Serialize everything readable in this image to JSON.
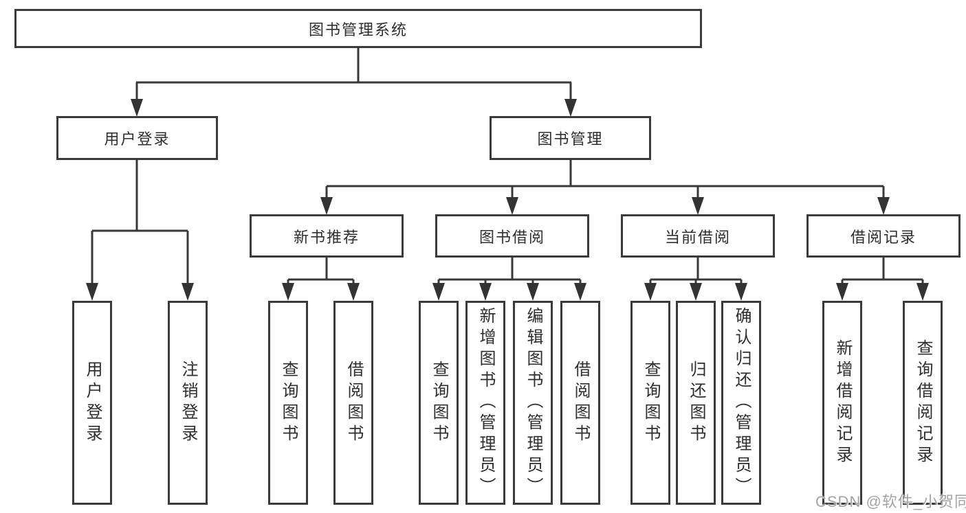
{
  "diagram": {
    "root": "图书管理系统",
    "user_login": {
      "label": "用户登录",
      "children": [
        "用户登录",
        "注销登录"
      ]
    },
    "book_mgmt": {
      "label": "图书管理",
      "sections": [
        {
          "label": "新书推荐",
          "children": [
            "查询图书",
            "借阅图书"
          ]
        },
        {
          "label": "图书借阅",
          "children": [
            "查询图书",
            "新增图书（管理员）",
            "编辑图书（管理员）",
            "借阅图书"
          ]
        },
        {
          "label": "当前借阅",
          "children": [
            "查询图书",
            "归还图书",
            "确认归还（管理员）"
          ]
        },
        {
          "label": "借阅记录",
          "children": [
            "新增借阅记录",
            "查询借阅记录"
          ]
        }
      ]
    }
  },
  "watermark": {
    "text": "CSDN @软件_小贺同学"
  },
  "colors": {
    "line": "#383838",
    "box_border": "#3a3a3a",
    "box_bg": "#ffffff",
    "text": "#2e2e2e",
    "watermark": "#a3a3a3"
  }
}
